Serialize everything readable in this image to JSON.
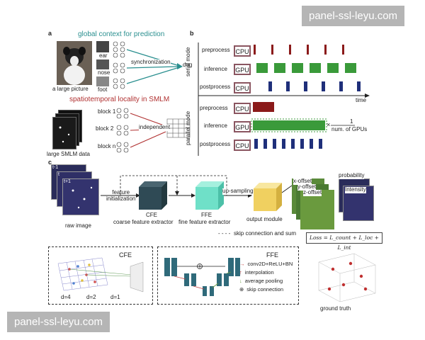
{
  "watermark_top": "panel-ssl-leyu.com",
  "watermark_bottom": "panel-ssl-leyu.com",
  "panel_a": {
    "letter": "a",
    "title_global": "global context for prediction",
    "title_local": "spatiotemporal locality in SMLM",
    "picture_label": "a large picture",
    "parts": [
      "ear",
      "nose",
      "foot"
    ],
    "sync_label": "synchronization",
    "dog_label": "dog",
    "blocks": [
      "block 1",
      "block 2",
      "block n"
    ],
    "independent_label": "independent",
    "data_label": "large SMLM data"
  },
  "panel_b": {
    "letter": "b",
    "serial_mode": "serial mode",
    "parallel_mode": "parallel mode",
    "rows": [
      {
        "label": "preprocess",
        "unit": "CPU"
      },
      {
        "label": "inference",
        "unit": "GPU"
      },
      {
        "label": "postprocess",
        "unit": "CPU"
      },
      {
        "label": "preprocess",
        "unit": "CPU"
      },
      {
        "label": "inference",
        "unit": "GPU"
      },
      {
        "label": "postprocess",
        "unit": "CPU"
      }
    ],
    "time_label": "time",
    "fraction_num": "1",
    "fraction_den": "num. of GPUs",
    "times_sign": "×"
  },
  "panel_c": {
    "letter": "c",
    "frame_labels": [
      "t-1",
      "t",
      "t+1"
    ],
    "raw_label": "raw image",
    "feature_init": "feature\ninitialization",
    "cfe_short": "CFE",
    "cfe_long": "coarse feature extractor",
    "ffe_short": "FFE",
    "ffe_long": "fine feature extractor",
    "upsampling": "up-sampling",
    "output_module": "output module",
    "outputs": [
      "x-offset",
      "y-offset",
      "z-offset"
    ],
    "probability": "probability",
    "intensity": "Intensity",
    "skip_legend": "skip connection and sum",
    "loss": "Loss = L_count + L_loc + L_int",
    "ground_truth": "ground truth"
  },
  "cfe_box": {
    "title": "CFE",
    "dilations": [
      "d=4",
      "d=2",
      "d=1"
    ]
  },
  "ffe_box": {
    "title": "FFE",
    "legend": [
      "conv2D+ReLU+BN",
      "interpolation",
      "average pooling",
      "skip connection"
    ]
  },
  "colors": {
    "cpu_red": "#8b1a1a",
    "gpu_green": "#3a9a3a",
    "post_blue": "#1f2f7a",
    "cfe_cube": "#2f4a55",
    "ffe_cube": "#6fe0c8",
    "out_cube": "#f0d060"
  }
}
